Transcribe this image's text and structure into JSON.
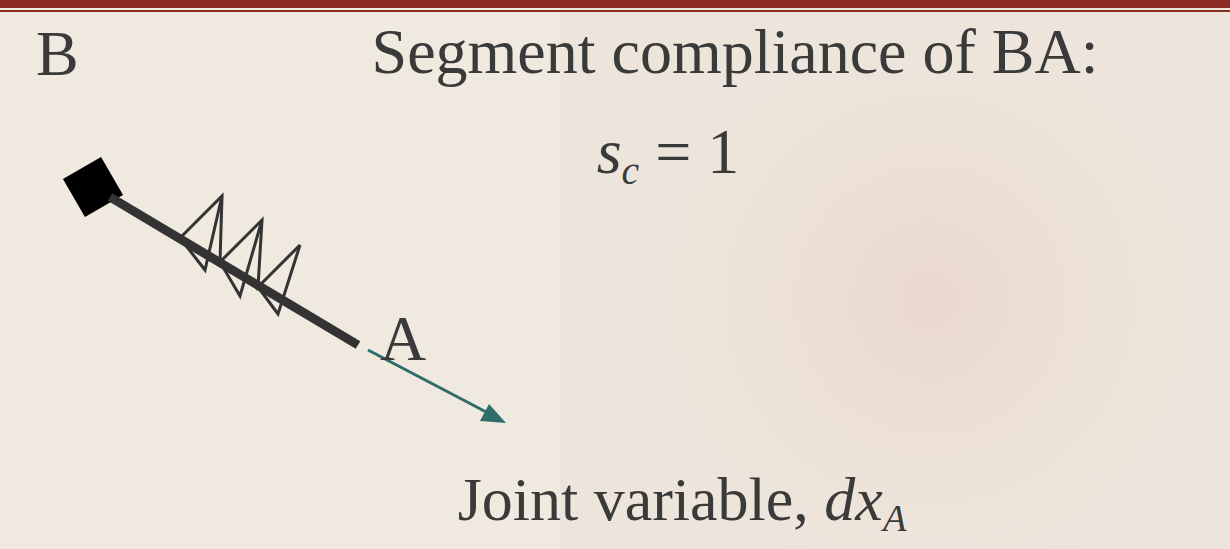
{
  "diagram": {
    "labels": [
      "Segment compliance of BA:",
      "sc = 1",
      "B",
      "A",
      "Joint variable, dxA"
    ]
  }
}
